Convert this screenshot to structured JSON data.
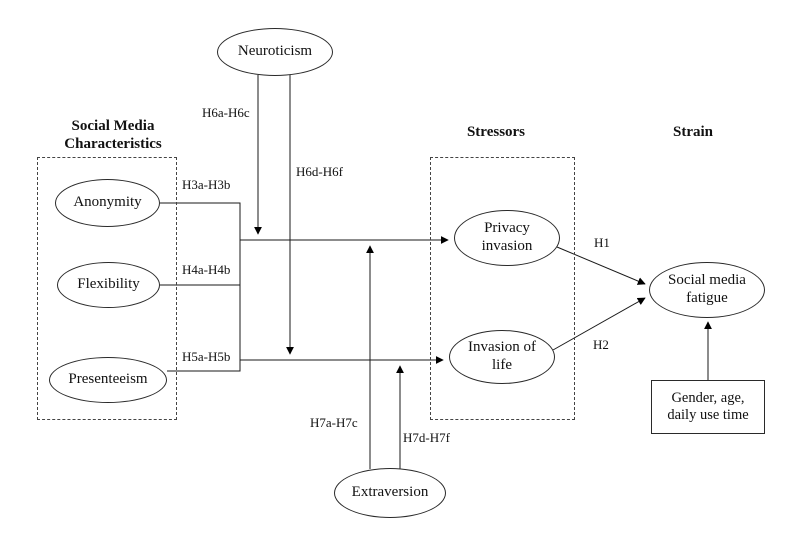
{
  "titles": {
    "smc_line1": "Social Media",
    "smc_line2": "Characteristics",
    "stressors": "Stressors",
    "strain": "Strain"
  },
  "nodes": {
    "neuroticism": "Neuroticism",
    "anonymity": "Anonymity",
    "flexibility": "Flexibility",
    "presenteeism": "Presenteeism",
    "privacy_line1": "Privacy",
    "privacy_line2": "invasion",
    "invasion_line1": "Invasion of",
    "invasion_line2": "life",
    "fatigue_line1": "Social media",
    "fatigue_line2": "fatigue",
    "extraversion": "Extraversion",
    "controls_line1": "Gender, age,",
    "controls_line2": "daily use time"
  },
  "hypotheses": {
    "h1": "H1",
    "h2": "H2",
    "h3": "H3a-H3b",
    "h4": "H4a-H4b",
    "h5": "H5a-H5b",
    "h6ac": "H6a-H6c",
    "h6df": "H6d-H6f",
    "h7ac": "H7a-H7c",
    "h7df": "H7d-H7f"
  }
}
